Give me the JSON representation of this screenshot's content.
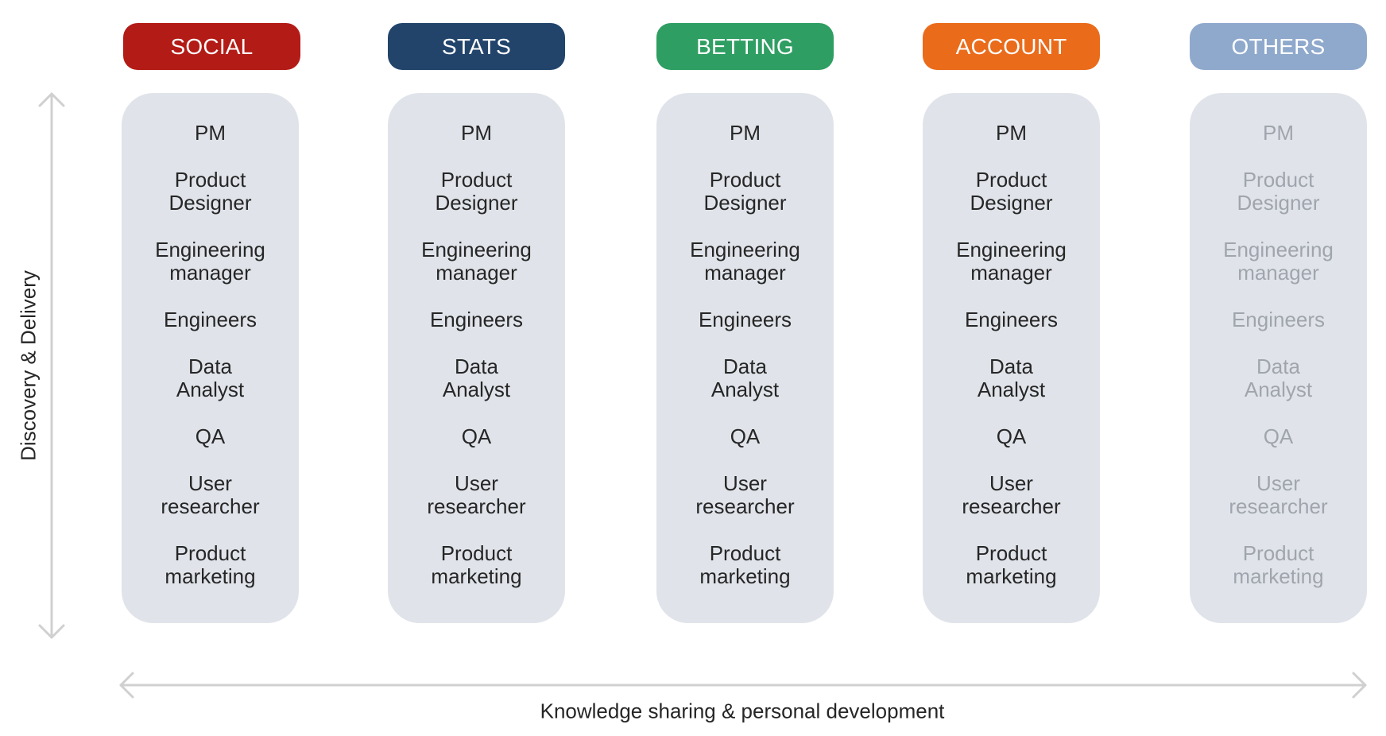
{
  "columns": [
    {
      "title": "SOCIAL",
      "color": "#b31b16",
      "roles": [
        "PM",
        "Product\nDesigner",
        "Engineering\nmanager",
        "Engineers",
        "Data\nAnalyst",
        "QA",
        "User\nresearcher",
        "Product\nmarketing"
      ]
    },
    {
      "title": "STATS",
      "color": "#22446b",
      "roles": [
        "PM",
        "Product\nDesigner",
        "Engineering\nmanager",
        "Engineers",
        "Data\nAnalyst",
        "QA",
        "User\nresearcher",
        "Product\nmarketing"
      ]
    },
    {
      "title": "BETTING",
      "color": "#2f9e62",
      "roles": [
        "PM",
        "Product\nDesigner",
        "Engineering\nmanager",
        "Engineers",
        "Data\nAnalyst",
        "QA",
        "User\nresearcher",
        "Product\nmarketing"
      ]
    },
    {
      "title": "ACCOUNT",
      "color": "#ea6b1a",
      "roles": [
        "PM",
        "Product\nDesigner",
        "Engineering\nmanager",
        "Engineers",
        "Data\nAnalyst",
        "QA",
        "User\nresearcher",
        "Product\nmarketing"
      ]
    },
    {
      "title": "OTHERS",
      "color": "#8fa9cc",
      "faded": true,
      "roles": [
        "PM",
        "Product\nDesigner",
        "Engineering\nmanager",
        "Engineers",
        "Data\nAnalyst",
        "QA",
        "User\nresearcher",
        "Product\nmarketing"
      ]
    }
  ],
  "axes": {
    "vertical_label": "Discovery & Delivery",
    "horizontal_label": "Knowledge sharing & personal development",
    "arrow_color": "#d0d0d0"
  }
}
